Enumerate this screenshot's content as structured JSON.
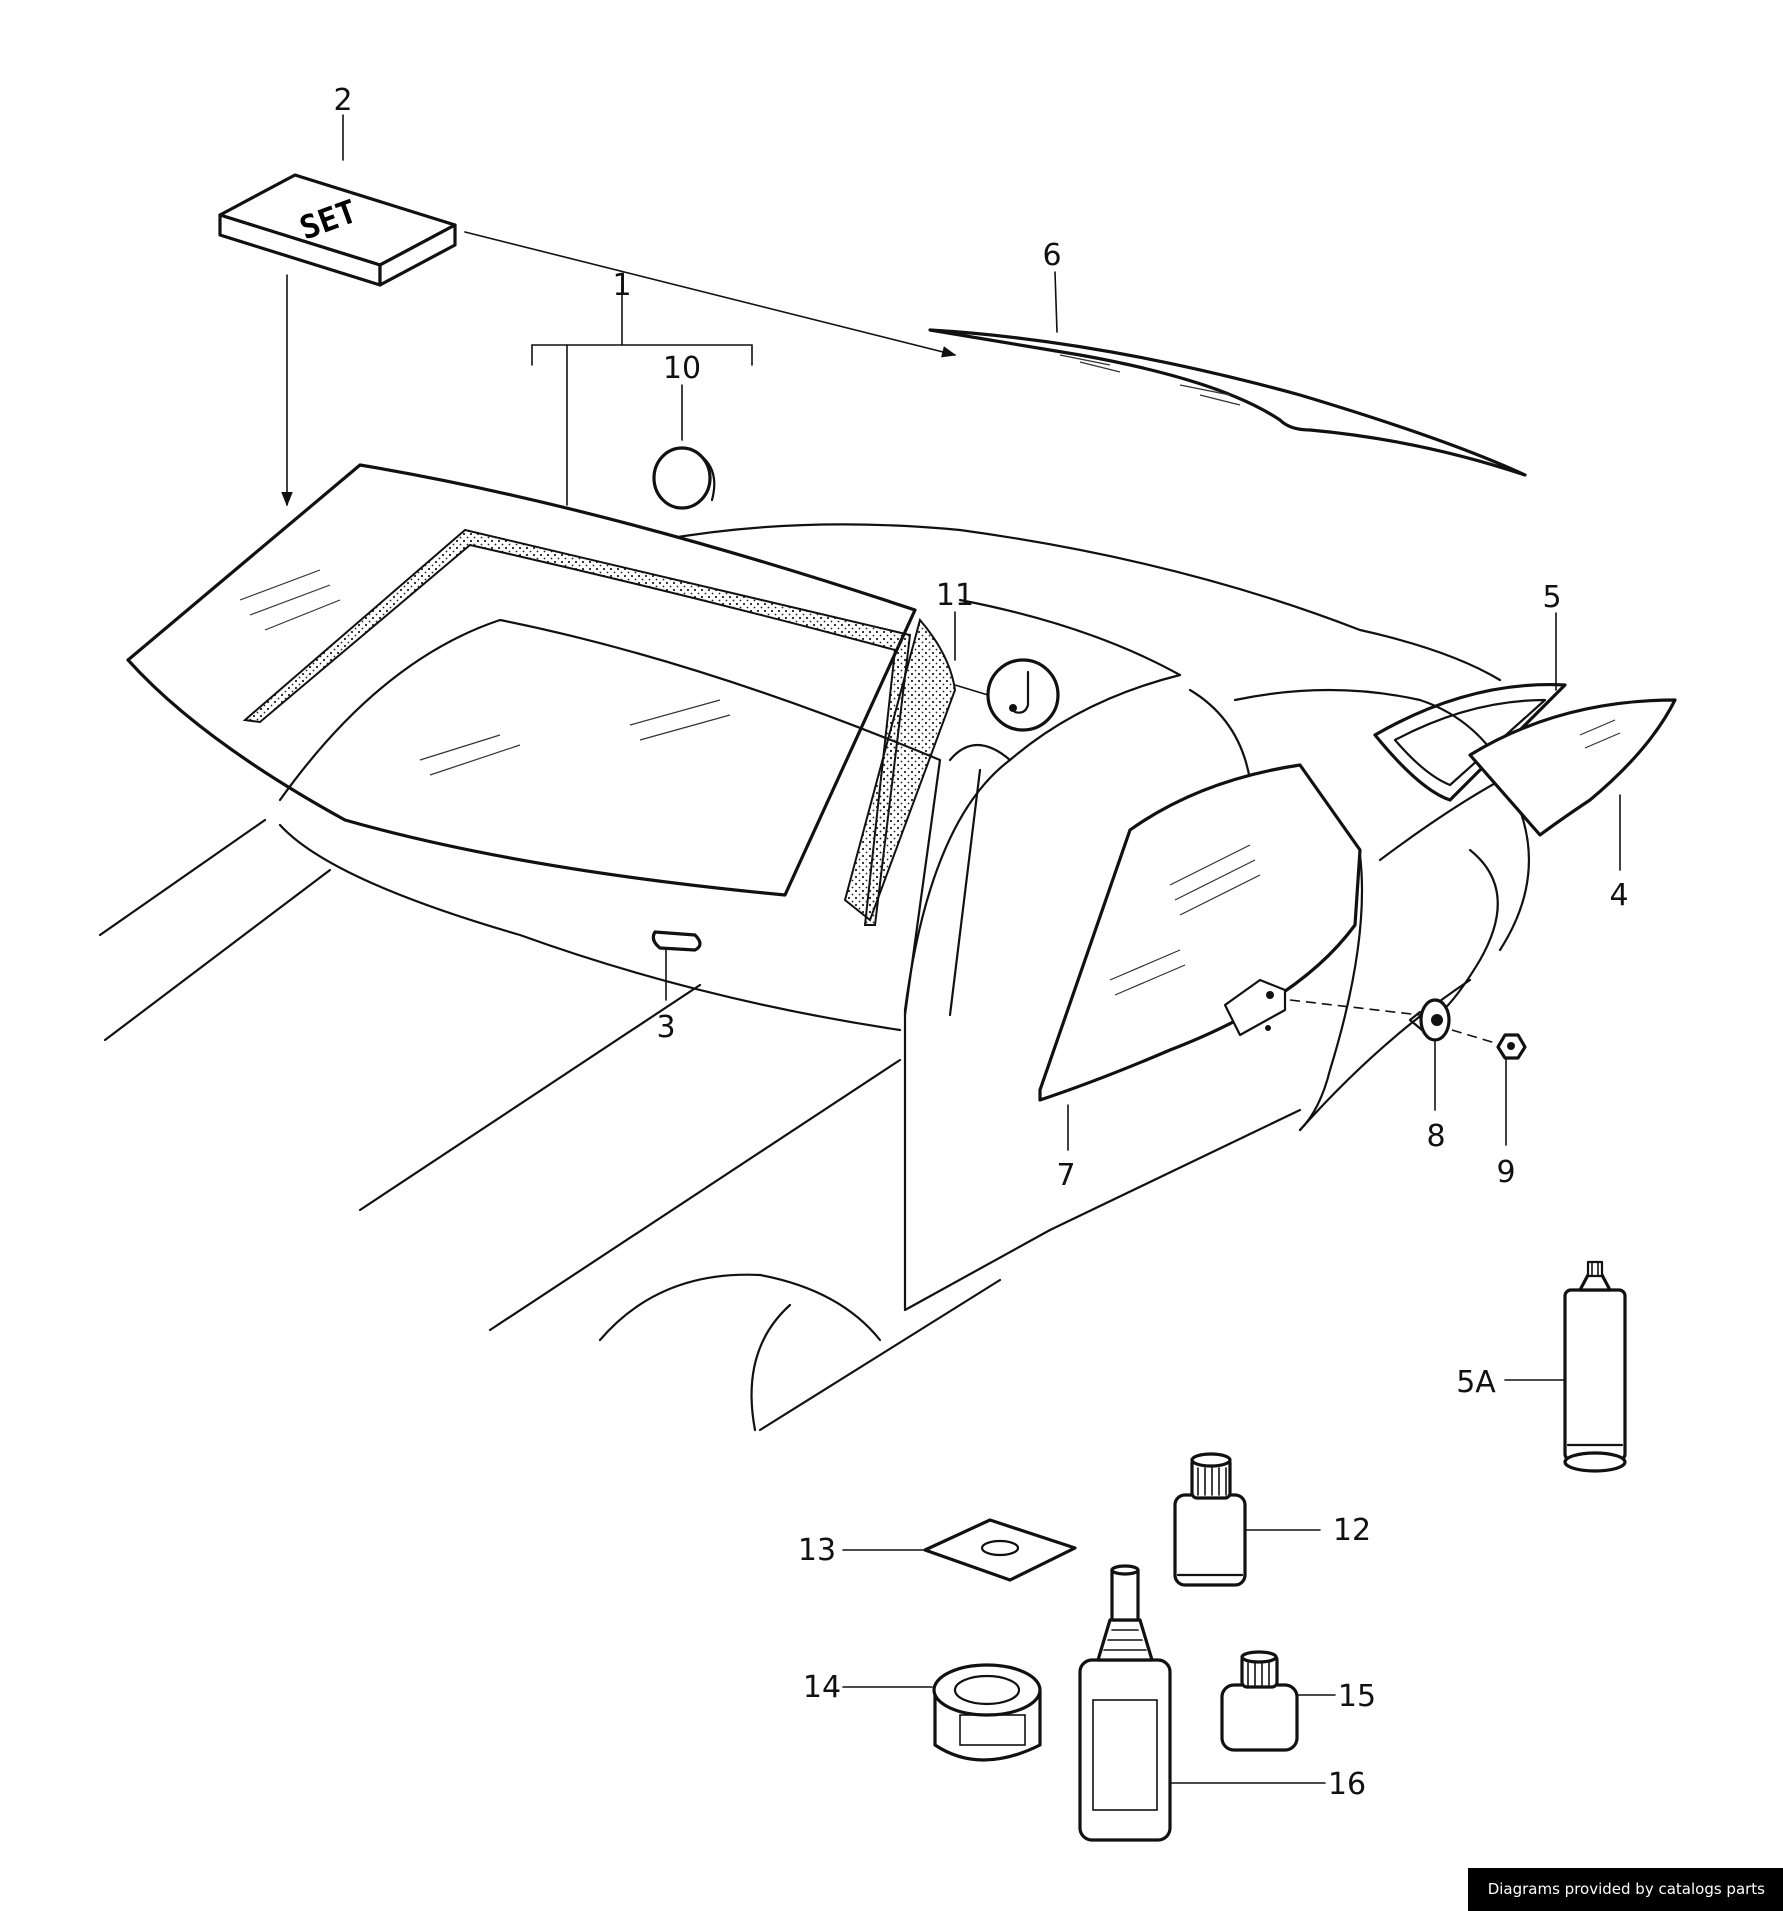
{
  "callouts": {
    "c1": "1",
    "c2": "2",
    "c3": "3",
    "c4": "4",
    "c5": "5",
    "c5a": "5A",
    "c6": "6",
    "c7": "7",
    "c8": "8",
    "c9": "9",
    "c10": "10",
    "c11": "11",
    "c12": "12",
    "c13": "13",
    "c14": "14",
    "c15": "15",
    "c16": "16"
  },
  "set_box_text": "SET",
  "footer_text": "Diagrams provided by catalogs parts"
}
